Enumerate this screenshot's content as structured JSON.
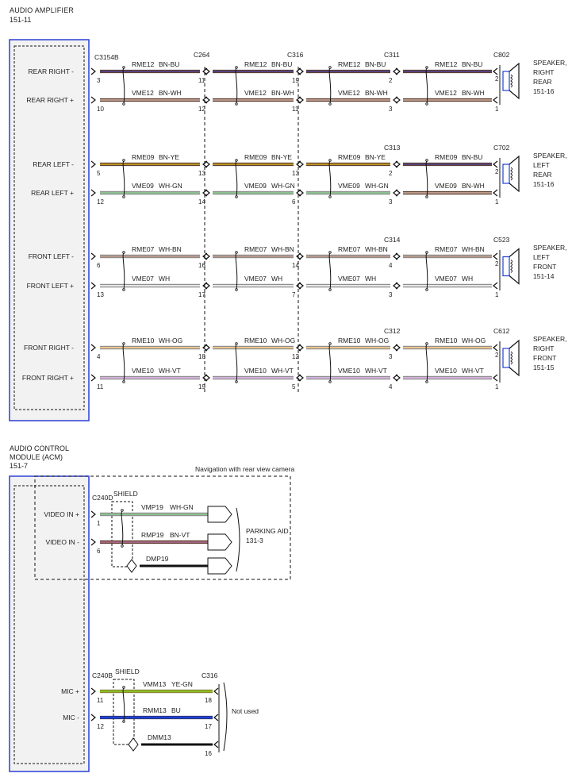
{
  "amplifier": {
    "title": "AUDIO AMPLIFIER",
    "ref": "151-11",
    "connector": "C3154B",
    "channels": [
      {
        "id": "rr",
        "pins": [
          {
            "label": "REAR RIGHT -",
            "pin": "3",
            "circuit": "RME12",
            "color": "BN-BU"
          },
          {
            "label": "REAR RIGHT +",
            "pin": "10",
            "circuit": "VME12",
            "color": "BN-WH"
          }
        ],
        "inline": [
          {
            "connector": "C264",
            "pins": [
              "11",
              "12"
            ]
          },
          {
            "connector": "C316",
            "pins": [
              "19",
              "11"
            ]
          },
          {
            "connector": "C311",
            "pins": [
              "2",
              "3"
            ]
          }
        ],
        "last_colors": [
          "BN-BU",
          "BN-WH"
        ],
        "speaker": {
          "connector": "C802",
          "pins": [
            "2",
            "1"
          ],
          "name": [
            "SPEAKER,",
            "RIGHT",
            "REAR",
            "151-16"
          ]
        }
      },
      {
        "id": "rl",
        "pins": [
          {
            "label": "REAR LEFT -",
            "pin": "5",
            "circuit": "RME09",
            "color": "BN-YE"
          },
          {
            "label": "REAR LEFT +",
            "pin": "12",
            "circuit": "VME09",
            "color": "WH-GN"
          }
        ],
        "inline": [
          {
            "connector": "",
            "pins": [
              "13",
              "14"
            ]
          },
          {
            "connector": "",
            "pins": [
              "13",
              "6"
            ]
          },
          {
            "connector": "C313",
            "pins": [
              "2",
              "3"
            ]
          }
        ],
        "last_colors": [
          "BN-BU",
          "BN-WH"
        ],
        "speaker": {
          "connector": "C702",
          "pins": [
            "2",
            "1"
          ],
          "name": [
            "SPEAKER,",
            "LEFT",
            "REAR",
            "151-16"
          ]
        }
      },
      {
        "id": "fl",
        "pins": [
          {
            "label": "FRONT LEFT -",
            "pin": "6",
            "circuit": "RME07",
            "color": "WH-BN"
          },
          {
            "label": "FRONT LEFT +",
            "pin": "13",
            "circuit": "VME07",
            "color": "WH"
          }
        ],
        "inline": [
          {
            "connector": "",
            "pins": [
              "16",
              "17"
            ]
          },
          {
            "connector": "",
            "pins": [
              "14",
              "7"
            ]
          },
          {
            "connector": "C314",
            "pins": [
              "4",
              "3"
            ]
          }
        ],
        "last_colors": [
          "WH-BN",
          "WH"
        ],
        "speaker": {
          "connector": "C523",
          "pins": [
            "2",
            "1"
          ],
          "name": [
            "SPEAKER,",
            "LEFT",
            "FRONT",
            "151-14"
          ]
        }
      },
      {
        "id": "fr",
        "pins": [
          {
            "label": "FRONT RIGHT -",
            "pin": "4",
            "circuit": "RME10",
            "color": "WH-OG"
          },
          {
            "label": "FRONT RIGHT +",
            "pin": "11",
            "circuit": "VME10",
            "color": "WH-VT"
          }
        ],
        "inline": [
          {
            "connector": "",
            "pins": [
              "18",
              "19"
            ]
          },
          {
            "connector": "",
            "pins": [
              "12",
              "5"
            ]
          },
          {
            "connector": "C312",
            "pins": [
              "3",
              "4"
            ]
          }
        ],
        "last_colors": [
          "WH-OG",
          "WH-VT"
        ],
        "speaker": {
          "connector": "C612",
          "pins": [
            "2",
            "1"
          ],
          "name": [
            "SPEAKER,",
            "RIGHT",
            "FRONT",
            "151-15"
          ]
        }
      }
    ]
  },
  "acm": {
    "title_lines": [
      "AUDIO CONTROL",
      "MODULE (ACM)",
      "151-7"
    ],
    "nav_note": "Navigation with rear view camera",
    "video": {
      "connector": "C240D",
      "shield": "SHIELD",
      "wires": [
        {
          "label": "VIDEO IN +",
          "pin": "1",
          "circuit": "VMP19",
          "color": "WH-GN"
        },
        {
          "label": "VIDEO IN -",
          "pin": "6",
          "circuit": "RMP19",
          "color": "BN-VT"
        },
        {
          "label": "",
          "pin": "",
          "circuit": "DMP19",
          "color": ""
        }
      ],
      "dest": [
        "PARKING AID",
        "131-3"
      ]
    },
    "mic": {
      "connector": "C240B",
      "shield": "SHIELD",
      "dest_connector": "C316",
      "wires": [
        {
          "label": "MIC +",
          "pin": "11",
          "circuit": "VMM13",
          "color": "YE-GN",
          "dest_pin": "18"
        },
        {
          "label": "MIC -",
          "pin": "12",
          "circuit": "RMM13",
          "color": "BU",
          "dest_pin": "17"
        },
        {
          "label": "",
          "pin": "",
          "circuit": "DMM13",
          "color": "",
          "dest_pin": "16"
        }
      ],
      "dest": "Not used"
    }
  },
  "wire_colors": {
    "BN": "#8b4a2b",
    "BU": "#1f3fd6",
    "WH": "#e8e8e8",
    "YE": "#e6df1a",
    "GN": "#2f9a3a",
    "OG": "#f0a030",
    "VT": "#c27cd6",
    "RD": "#c8102e"
  }
}
